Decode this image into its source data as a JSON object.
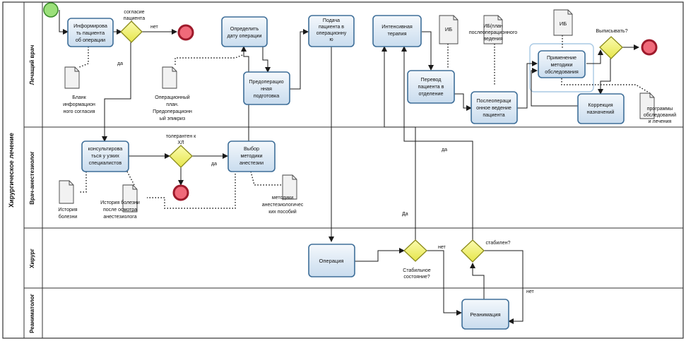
{
  "pool": {
    "label": "Хирургическое лечение"
  },
  "lanes": [
    {
      "id": "lane-attending",
      "label": "Лечащий врач"
    },
    {
      "id": "lane-anesthesiologist",
      "label": "Врач-анестезиолог"
    },
    {
      "id": "lane-surgeon",
      "label": "Хирург"
    },
    {
      "id": "lane-resuscitator",
      "label": "Реаниматолог"
    }
  ],
  "tasks": {
    "inform": [
      "Информирова",
      "ть пациента",
      "об операции"
    ],
    "set_date": [
      "Определить",
      "дату операции"
    ],
    "submit": [
      "Подача",
      "пациента в",
      "операционну",
      "ю"
    ],
    "intensive": [
      "Интенсивная",
      "терапия"
    ],
    "preop": [
      "Предоперацио",
      "нная",
      "подготовка"
    ],
    "transfer": [
      "Перевод",
      "пациента в",
      "отделение"
    ],
    "postop": [
      "Послеопераци",
      "онное ведение",
      "пациента"
    ],
    "methods": [
      "Применение",
      "методики",
      "обследования"
    ],
    "correction": [
      "Коррекция",
      "назначений"
    ],
    "consult": [
      "консультирова",
      "ться у узких",
      "специалистов"
    ],
    "anesthesia": [
      "Выбор",
      "методики",
      "анестезии"
    ],
    "operation": [
      "Операция"
    ],
    "resuscitation": [
      "Реанимация"
    ]
  },
  "gateways": {
    "consent": [
      "согласие",
      "пациента"
    ],
    "tolerant": [
      "толерантен к",
      "ХЛ"
    ],
    "stable": [
      "Стабильное",
      "состояние?"
    ],
    "stable2": [
      "стабилен?"
    ],
    "discharge": [
      "Выписывать?"
    ]
  },
  "documents": {
    "consent_form": [
      "Бланк",
      "информацион",
      "ного согласия"
    ],
    "op_plan": [
      "Операционный",
      "план.",
      "Предоперационн",
      "ый эпикриз"
    ],
    "history": [
      "История",
      "болезни"
    ],
    "history_after": [
      "История болезни",
      "после осмотра",
      "анестезиолога"
    ],
    "anesthesia_methods": [
      "методики",
      "анестезиологичес",
      "ких пособий"
    ],
    "ib1": [
      "ИБ"
    ],
    "ib2": [
      "ИБ(план",
      "послеоперационного",
      "ведения"
    ],
    "ib3": [
      "ИБ"
    ],
    "programs": [
      "программы",
      "обследований",
      "и лечения"
    ]
  },
  "flow_labels": {
    "no_consent": "нет",
    "yes_consent": "да",
    "yes_tolerant": "да",
    "yes_stable": "Да",
    "no_stable": "нет",
    "yes_stable2": "да",
    "no_stable2": "нет"
  },
  "colors": {
    "task_fill": "#dce9f5",
    "task_stroke": "#3f6f99",
    "gateway_fill": "#f3f37a",
    "gateway_stroke": "#8a8a1a",
    "start_fill": "#9be07a",
    "end_stroke": "#9e1a2b",
    "end_fill": "#f06a7a"
  }
}
